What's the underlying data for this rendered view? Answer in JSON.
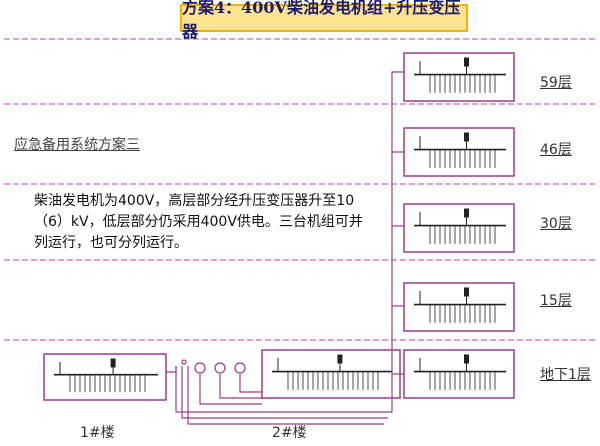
{
  "title": "方案4：400V柴油发电机组+升压变压器",
  "plan_label": "应急备用系统方案三",
  "description": "柴油发电机为400V，高层部分经升压变压器升至10（6）kV，低层部分仍采用400V供电。三台机组可并列运行，也可分列运行。",
  "floors": [
    "59层",
    "46层",
    "30层",
    "15层",
    "地下1层"
  ],
  "buildings": [
    "1#楼",
    "2#楼"
  ],
  "colors": {
    "box_border": "#9b3c8c",
    "dash_line": "#c8409b",
    "cable": "#9b3c8c",
    "title_fill": "#fde38d",
    "title_border": "#f0b400",
    "title_text": "#1a1a6e"
  }
}
